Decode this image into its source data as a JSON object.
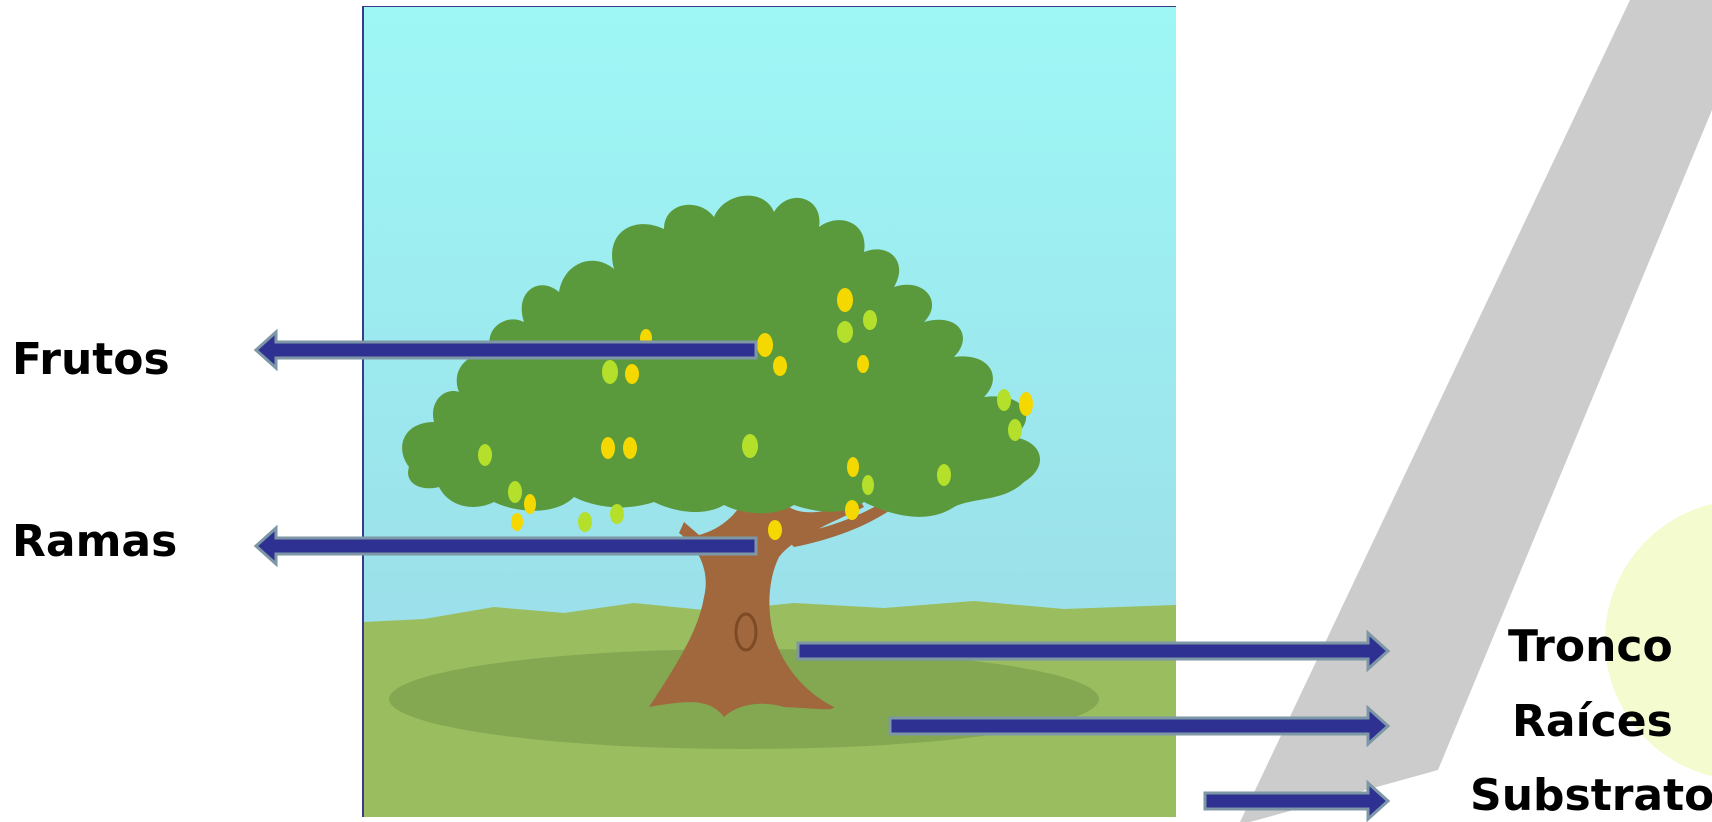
{
  "labels": {
    "frutos": "Frutos",
    "ramas": "Ramas",
    "tronco": "Tronco",
    "raices": "Raíces",
    "substrato": "Substrato"
  },
  "colors": {
    "arrow_fill": "#2e3192",
    "arrow_outline": "#7d97a7",
    "sky_top": "#9ef7f5",
    "sky_bottom": "#9ad8e6",
    "grass": "#99bd5f",
    "shadow": "#84a852",
    "foliage": "#5a9a3c",
    "trunk": "#a0683c",
    "stripe": "#cccccc",
    "accent_circle": "#f3fbcf",
    "fruit_yellow": "#f5d800",
    "fruit_green": "#b4e02c"
  }
}
